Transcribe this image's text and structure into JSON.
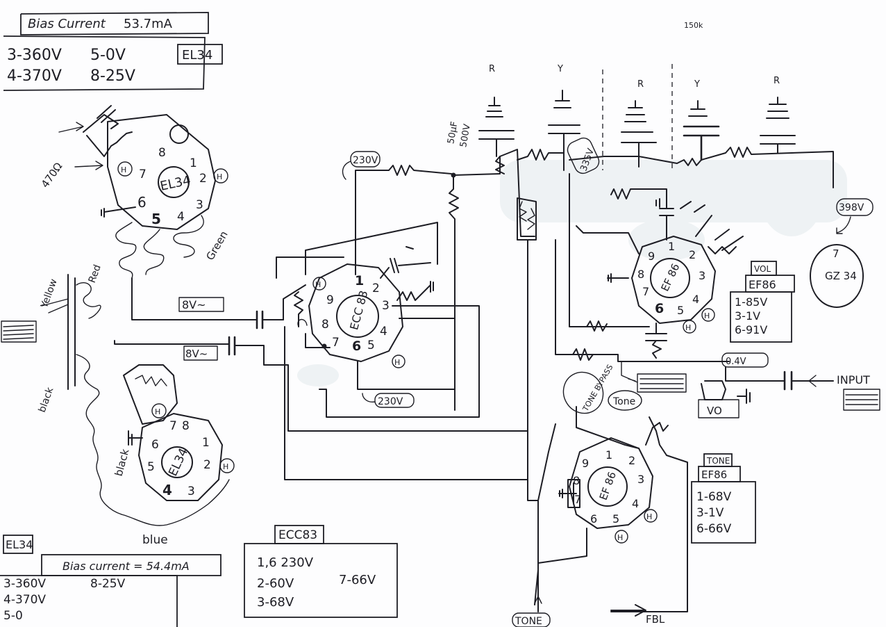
{
  "top_left_box": {
    "bias_label": "Bias Current",
    "bias_value": "53.7mA",
    "lines": [
      "3-360V",
      "5-0V",
      "4-370V",
      "8-25V"
    ],
    "tube": "EL34"
  },
  "bottom_left_box": {
    "tube": "EL34",
    "bias": "Bias current = 54.4mA",
    "lines": [
      "3-360V",
      "8-25V",
      "4-370V",
      "5-0"
    ]
  },
  "ecc83_box": {
    "title": "ECC83",
    "lines": [
      "1,6  230V",
      "2-60V",
      "7-66V",
      "3-68V"
    ]
  },
  "vol_box": {
    "title": "VOL",
    "tube": "EF86",
    "lines": [
      "1-85V",
      "3-1V",
      "6-91V"
    ]
  },
  "tone_box": {
    "title": "TONE",
    "tube": "EF86",
    "lines": [
      "1-68V",
      "3-1V",
      "6-66V"
    ]
  },
  "caps_header": {
    "labels": [
      "R",
      "Y",
      "R",
      "Y",
      "R"
    ],
    "cap_rating": [
      "50µF",
      "500V"
    ]
  },
  "scribble_top": "150k",
  "resistor_label": "470Ω",
  "wire_labels": {
    "yellow": "Yellow",
    "red": "Red",
    "green": "Green",
    "black": "black",
    "black_coil": "black",
    "blue": "blue"
  },
  "voltage_tags": {
    "v230_top": "230V",
    "v230_bottom": "230V",
    "v335": "335V",
    "v398": "398V",
    "v8_top": "8V~",
    "v8_bottom": "8V~",
    "v04": "0.4V"
  },
  "tubes": {
    "el34_top": {
      "name": "EL34",
      "pins": [
        "8",
        "1",
        "2",
        "3",
        "4",
        "5",
        "6",
        "7"
      ]
    },
    "el34_bottom": {
      "name": "EL34",
      "pins": [
        "7",
        "8",
        "1",
        "2",
        "3",
        "4",
        "5",
        "6"
      ]
    },
    "ecc83": {
      "name": "ECC 83",
      "pins": [
        "1",
        "2",
        "3",
        "4",
        "5",
        "6",
        "7",
        "8",
        "9"
      ]
    },
    "ef86_vol": {
      "name": "EF 86",
      "pins": [
        "1",
        "2",
        "3",
        "4",
        "5",
        "6",
        "7",
        "8",
        "9"
      ]
    },
    "ef86_tone": {
      "name": "EF 86",
      "pins": [
        "1",
        "2",
        "3",
        "4",
        "5",
        "6",
        "7",
        "8",
        "9"
      ]
    },
    "gz34": {
      "name": "GZ 34",
      "pin": "7"
    }
  },
  "labels": {
    "input": "INPUT",
    "tone": "Tone",
    "tone_bypass": "TONE BYPASS",
    "vol": "VOL",
    "tone_bottom": "TONE",
    "fbl": "FBL",
    "heater": "H"
  }
}
